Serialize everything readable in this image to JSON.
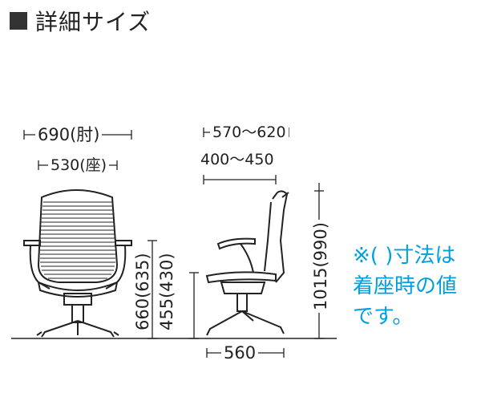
{
  "title": "詳細サイズ",
  "dimensions": {
    "armrest_width": "690(肘)",
    "seat_width": "530(座)",
    "depth_range": "570～620",
    "seat_depth_range": "400～450",
    "total_height": "1015(990)",
    "armrest_height": "660(635)",
    "seat_height": "455(430)",
    "base_depth": "560"
  },
  "note": {
    "line1": "※( )寸法は",
    "line2": "着座時の値",
    "line3": "です。"
  },
  "colors": {
    "line": "#222222",
    "note": "#00a0e0"
  }
}
